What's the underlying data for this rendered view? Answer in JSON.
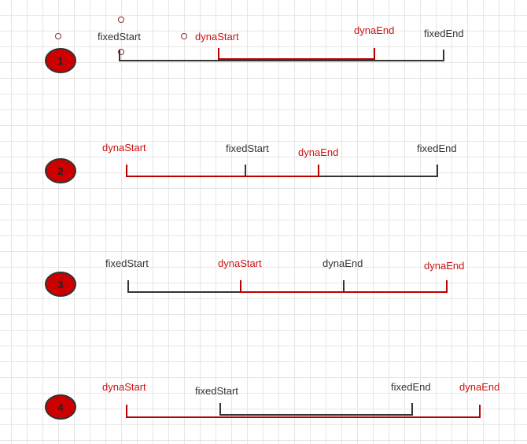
{
  "colors": {
    "fixed": "#333333",
    "dyna": "#bb0000",
    "badge_fill": "#cc0000",
    "badge_stroke": "#333333"
  },
  "rows": [
    {
      "number": "1",
      "labels": {
        "fixed_start": "fixedStart",
        "fixed_end": "fixedEnd",
        "dyna_start": "dynaStart",
        "dyna_end": "dynaEnd"
      }
    },
    {
      "number": "2",
      "labels": {
        "fixed_start": "fixedStart",
        "fixed_end": "fixedEnd",
        "dyna_start": "dynaStart",
        "dyna_end": "dynaEnd"
      }
    },
    {
      "number": "3",
      "labels": {
        "fixed_start": "fixedStart",
        "fixed_end": "dynaEnd",
        "dyna_start": "dynaStart",
        "dyna_end": "dynaEnd"
      }
    },
    {
      "number": "4",
      "labels": {
        "fixed_start": "fixedStart",
        "fixed_end": "fixedEnd",
        "dyna_start": "dynaStart",
        "dyna_end": "dynaEnd"
      }
    }
  ]
}
